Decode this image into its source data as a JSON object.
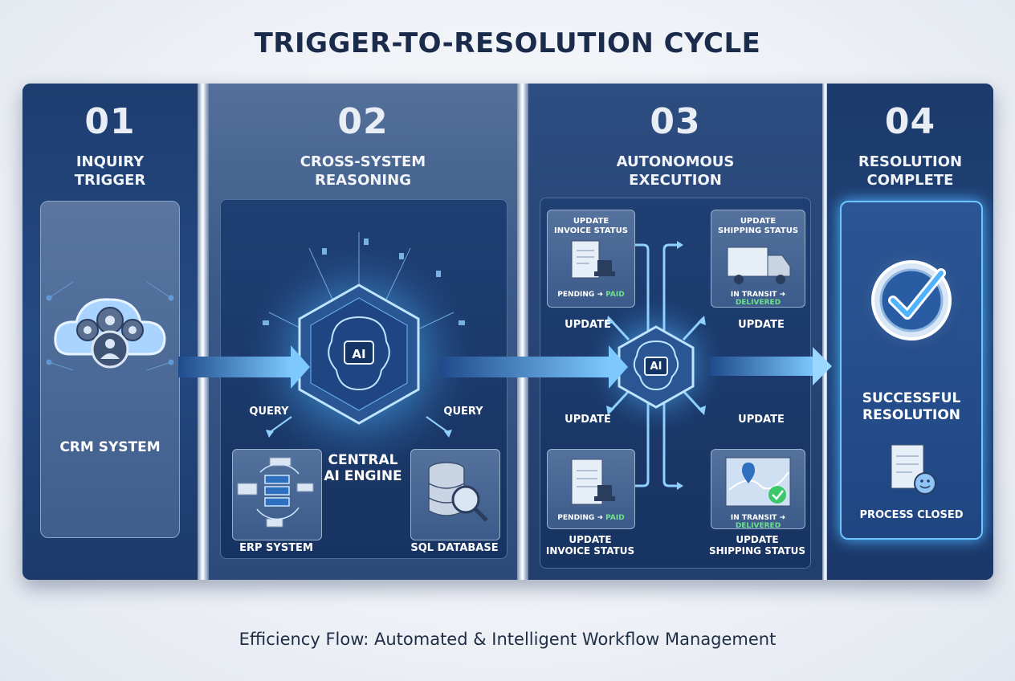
{
  "title": "TRIGGER-TO-RESOLUTION CYCLE",
  "footer": "Efficiency Flow: Automated & Intelligent Workflow Management",
  "stages": [
    {
      "number": "01",
      "title_line1": "INQUIRY",
      "title_line2": "TRIGGER",
      "card_label": "CRM SYSTEM"
    },
    {
      "number": "02",
      "title_line1": "CROSS-SYSTEM",
      "title_line2": "REASONING",
      "query_left": "QUERY",
      "query_right": "QUERY",
      "engine_line1": "CENTRAL",
      "engine_line2": "AI ENGINE",
      "erp": "ERP SYSTEM",
      "sql": "SQL DATABASE",
      "ai_badge": "AI"
    },
    {
      "number": "03",
      "title_line1": "AUTONOMOUS",
      "title_line2": "EXECUTION",
      "ai_badge": "AI",
      "top_left": {
        "line1": "UPDATE",
        "line2": "INVOICE STATUS",
        "status_from": "PENDING",
        "status_to": "PAID"
      },
      "top_right": {
        "line1": "UPDATE",
        "line2": "SHIPPING STATUS",
        "status_from": "IN TRANSIT",
        "status_to": "DELIVERED"
      },
      "bottom_left": {
        "line1": "UPDATE",
        "line2": "INVOICE STATUS",
        "status_from": "PENDING",
        "status_to": "PAID"
      },
      "bottom_right": {
        "line1": "UPDATE",
        "line2": "SHIPPING STATUS",
        "status_from": "IN TRANSIT",
        "status_to": "DELIVERED"
      },
      "update_label": "UPDATE"
    },
    {
      "number": "04",
      "title_line1": "RESOLUTION",
      "title_line2": "COMPLETE",
      "result_line1": "SUCCESSFUL",
      "result_line2": "RESOLUTION",
      "closed": "PROCESS CLOSED"
    }
  ],
  "colors": {
    "accent": "#4fb3ff",
    "navy": "#1b3766",
    "success": "#3cc86a"
  }
}
